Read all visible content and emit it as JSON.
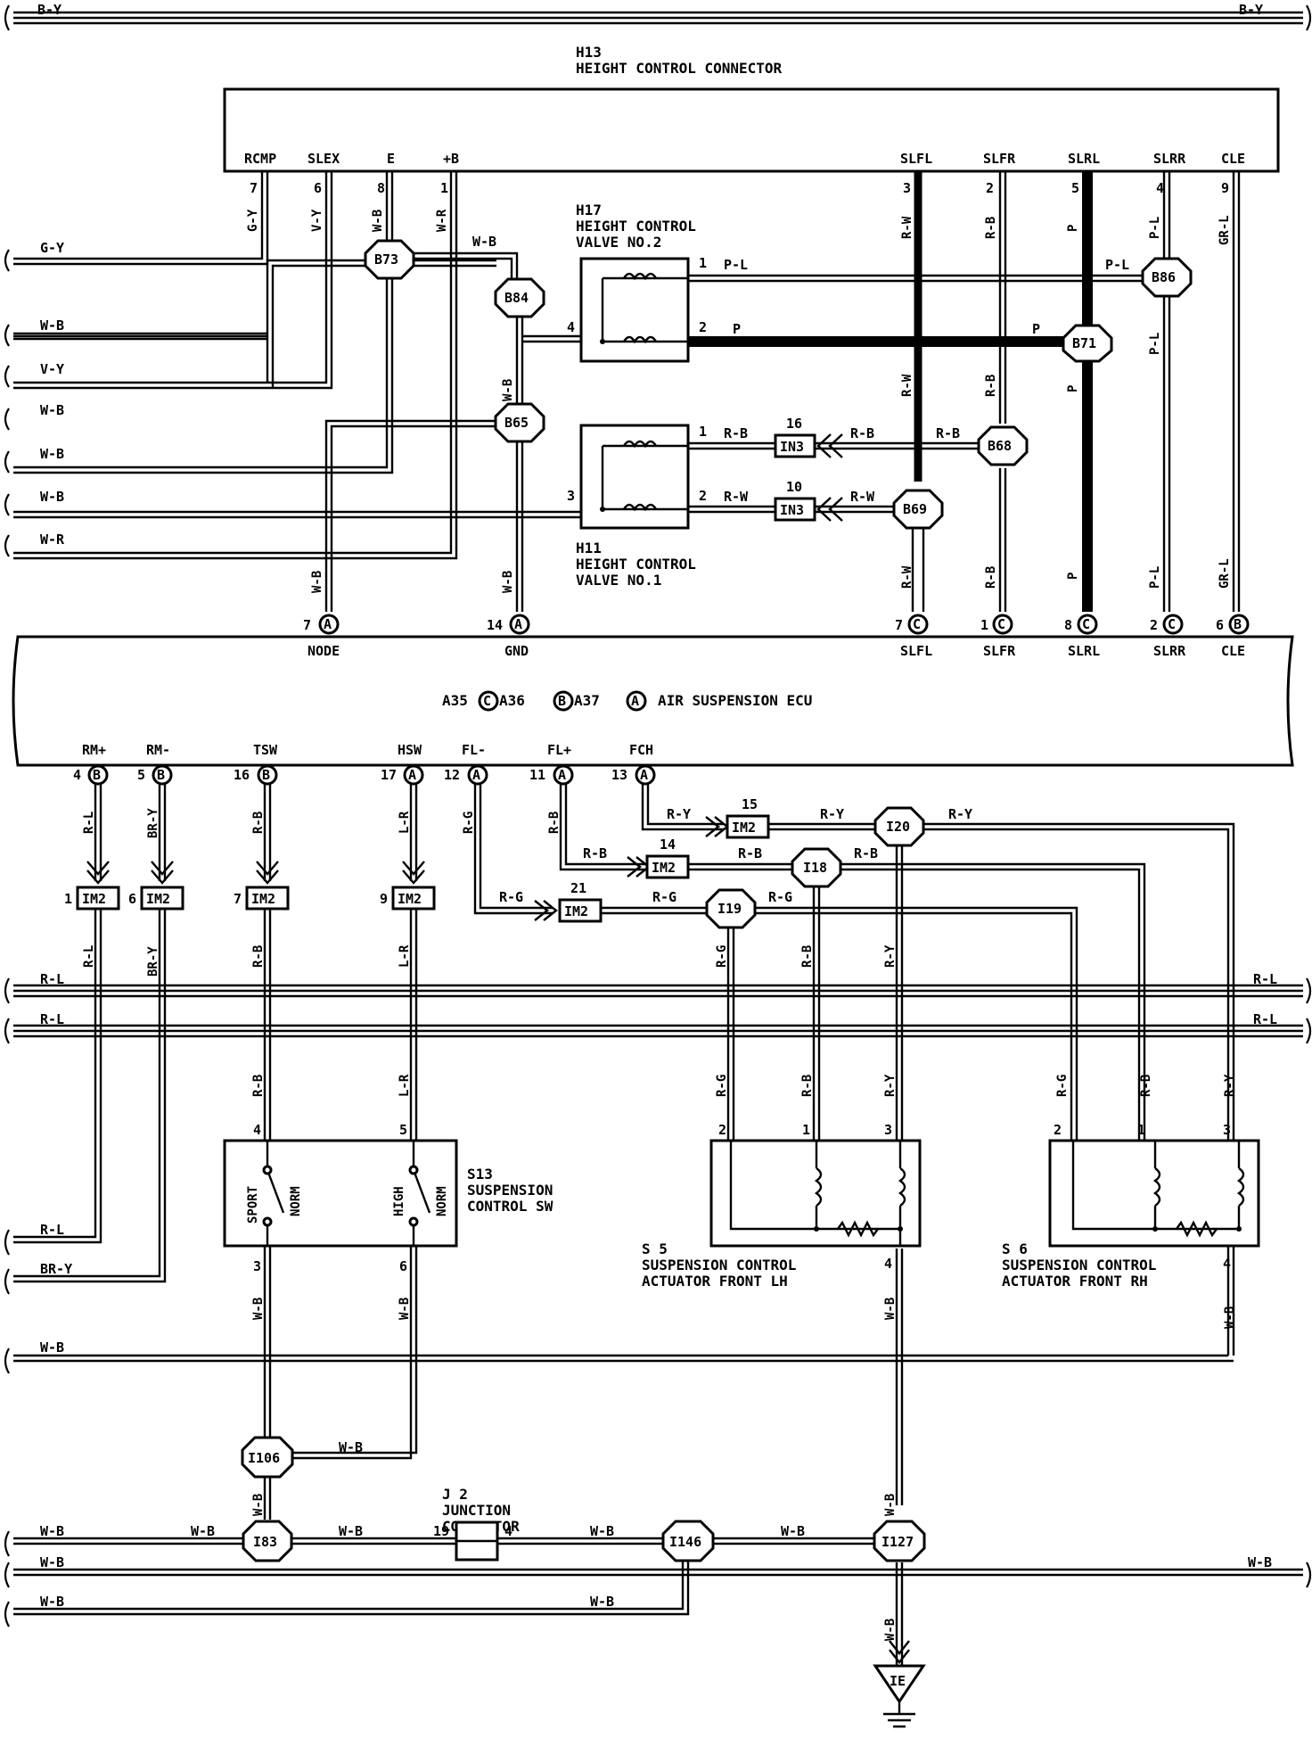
{
  "top_bus": {
    "label_left": "B-Y",
    "label_right": "B-Y"
  },
  "h13": {
    "id": "H13",
    "name": "HEIGHT CONTROL CONNECTOR",
    "pins": [
      {
        "name": "RCMP",
        "num": "7",
        "wire": "G-Y"
      },
      {
        "name": "SLEX",
        "num": "6",
        "wire": "V-Y"
      },
      {
        "name": "E",
        "num": "8",
        "wire": "W-B"
      },
      {
        "name": "+B",
        "num": "1",
        "wire": "W-R"
      },
      {
        "name": "SLFL",
        "num": "3",
        "wire": "R-W"
      },
      {
        "name": "SLFR",
        "num": "2",
        "wire": "R-B"
      },
      {
        "name": "SLRL",
        "num": "5",
        "wire": "P"
      },
      {
        "name": "SLRR",
        "num": "4",
        "wire": "P-L"
      },
      {
        "name": "CLE",
        "num": "9",
        "wire": "GR-L"
      }
    ]
  },
  "h17": {
    "id": "H17",
    "line1": "HEIGHT CONTROL",
    "line2": "VALVE NO.2",
    "pin1": "1",
    "pin1_wire": "P-L",
    "pin2": "2",
    "pin2_wire": "P",
    "pin4": "4"
  },
  "h11": {
    "id": "H11",
    "line1": "HEIGHT CONTROL",
    "line2": "VALVE NO.1",
    "pin1": "1",
    "pin1_wire": "R-B",
    "pin2": "2",
    "pin2_wire": "R-W",
    "pin3": "3"
  },
  "left_wires_top": [
    "G-Y",
    "W-B",
    "V-Y",
    "W-B",
    "W-B",
    "W-B",
    "W-R"
  ],
  "splices_top": [
    "B73",
    "B84",
    "B65",
    "B86",
    "B71",
    "B68",
    "B69"
  ],
  "in3": {
    "code": "IN3",
    "n1": "16",
    "n2": "10",
    "w1": "R-B",
    "w2": "R-W"
  },
  "wire_labels": {
    "wb": "W-B",
    "pl": "P-L",
    "p": "P",
    "rw": "R-W",
    "rb": "R-B",
    "grl": "GR-L",
    "rg": "R-G",
    "ry": "R-Y",
    "rl": "R-L",
    "bry": "BR-Y",
    "lr": "L-R"
  },
  "ecu": {
    "title": "AIR SUSPENSION ECU",
    "connectors": [
      "A35",
      "C",
      "A36",
      "B",
      "A37",
      "A"
    ],
    "top_pins": [
      {
        "name": "NODE",
        "num": "7",
        "conn": "A"
      },
      {
        "name": "GND",
        "num": "14",
        "conn": "A"
      },
      {
        "name": "SLFL",
        "num": "7",
        "conn": "C"
      },
      {
        "name": "SLFR",
        "num": "1",
        "conn": "C"
      },
      {
        "name": "SLRL",
        "num": "8",
        "conn": "C"
      },
      {
        "name": "SLRR",
        "num": "2",
        "conn": "C"
      },
      {
        "name": "CLE",
        "num": "6",
        "conn": "B"
      }
    ],
    "bottom_pins": [
      {
        "name": "RM+",
        "num": "4",
        "conn": "B",
        "wire": "R-L"
      },
      {
        "name": "RM-",
        "num": "5",
        "conn": "B",
        "wire": "BR-Y"
      },
      {
        "name": "TSW",
        "num": "16",
        "conn": "B",
        "wire": "R-B"
      },
      {
        "name": "HSW",
        "num": "17",
        "conn": "A",
        "wire": "L-R"
      },
      {
        "name": "FL-",
        "num": "12",
        "conn": "A",
        "wire": "R-G"
      },
      {
        "name": "FL+",
        "num": "11",
        "conn": "A",
        "wire": "R-B"
      },
      {
        "name": "FCH",
        "num": "13",
        "conn": "A",
        "wire": "R-Y"
      }
    ]
  },
  "im2": {
    "code": "IM2",
    "pins": [
      "1",
      "6",
      "7",
      "9",
      "15",
      "14",
      "21"
    ]
  },
  "splices_bottom": [
    "I20",
    "I18",
    "I19",
    "I106",
    "I83",
    "I146",
    "I127"
  ],
  "s13": {
    "id": "S13",
    "line1": "SUSPENSION",
    "line2": "CONTROL SW",
    "sport": "SPORT",
    "norm": "NORM",
    "high": "HIGH",
    "p4": "4",
    "p5": "5",
    "p3": "3",
    "p6": "6"
  },
  "s5": {
    "id": "S 5",
    "line1": "SUSPENSION CONTROL",
    "line2": "ACTUATOR FRONT LH",
    "p1": "1",
    "p2": "2",
    "p3": "3",
    "p4": "4"
  },
  "s6": {
    "id": "S 6",
    "line1": "SUSPENSION CONTROL",
    "line2": "ACTUATOR FRONT RH",
    "p1": "1",
    "p2": "2",
    "p3": "3",
    "p4": "4"
  },
  "j2": {
    "id": "J 2",
    "line1": "JUNCTION",
    "line2": "CONNECTOR",
    "p19": "19",
    "p4": "4"
  },
  "ground": {
    "code": "IE"
  },
  "colors": {
    "line": "#000000",
    "background": "#ffffff"
  }
}
